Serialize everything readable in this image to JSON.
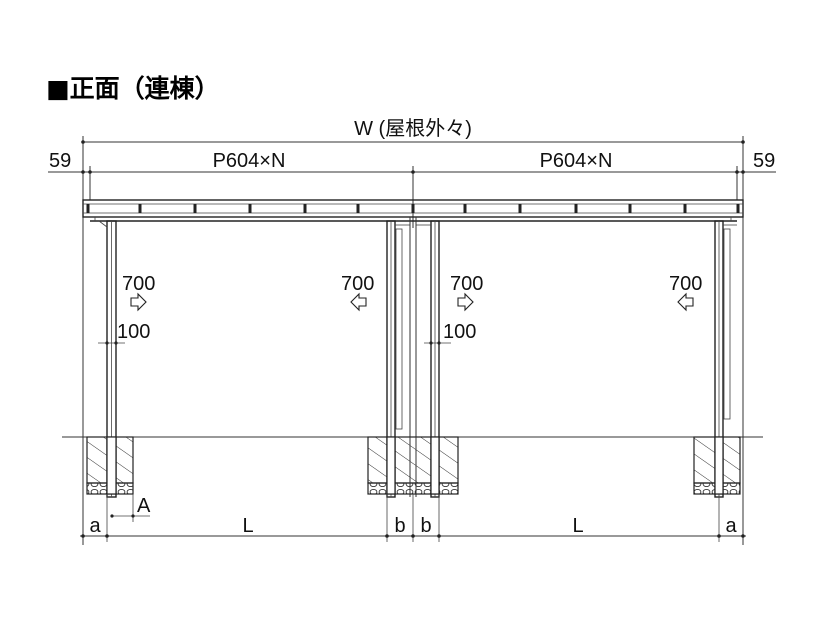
{
  "title": "■正面（連棟）",
  "dimensions": {
    "overall_width": "W (屋根外々)",
    "overhang_left": "59",
    "overhang_right": "59",
    "pitch_left": "P604×N",
    "pitch_right": "P604×N",
    "a_left": "a",
    "l_left": "L",
    "b_left": "b",
    "b_right": "b",
    "l_right": "L",
    "a_right": "a",
    "anchor_offset": "A"
  },
  "annotations": {
    "post1_700": "700",
    "post1_100": "100",
    "post2_700": "700",
    "post3_700": "700",
    "post3_100": "100",
    "post4_700": "700"
  },
  "icons": {
    "right_arrow": "outline-right-arrow-icon",
    "left_arrow": "outline-left-arrow-icon"
  }
}
